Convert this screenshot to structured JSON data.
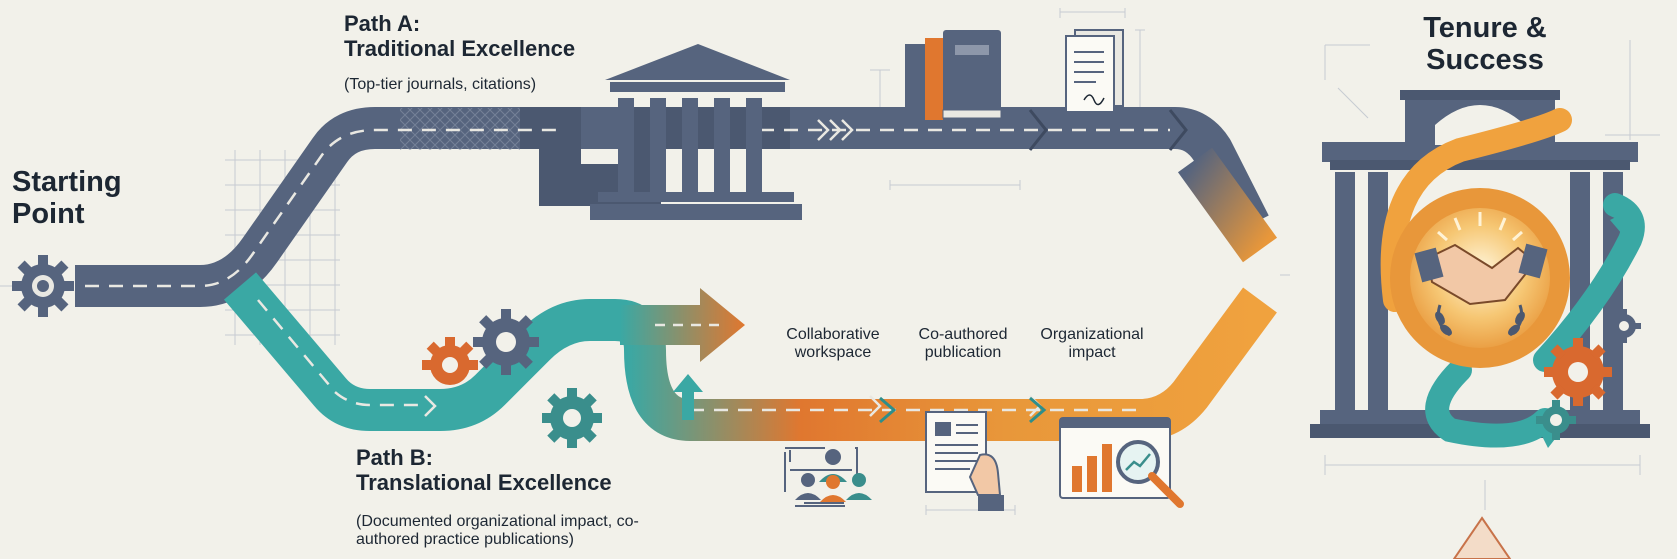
{
  "start": {
    "label": "Starting Point"
  },
  "path_a": {
    "title": "Path A:\nTraditional Excellence",
    "subtitle": "(Top-tier journals, citations)",
    "color": "#56647e"
  },
  "path_b": {
    "title": "Path B:\nTranslational Excellence",
    "subtitle": "(Documented organizational impact, co-authored practice publications)",
    "color_start": "#3aa8a4",
    "color_end": "#e8973a"
  },
  "stages": [
    {
      "label": "Collaborative workspace",
      "icon": "team-collaboration-icon"
    },
    {
      "label": "Co-authored publication",
      "icon": "document-hand-icon"
    },
    {
      "label": "Organizational impact",
      "icon": "analytics-magnifier-icon"
    }
  ],
  "goal": {
    "label": "Tenure & Success",
    "icon": "handshake-laurel-icon"
  },
  "colors": {
    "background": "#f2f1ea",
    "slate": "#56647e",
    "teal": "#3aa8a4",
    "orange": "#e8973a",
    "rust": "#d9692f",
    "ink": "#1d2733"
  }
}
